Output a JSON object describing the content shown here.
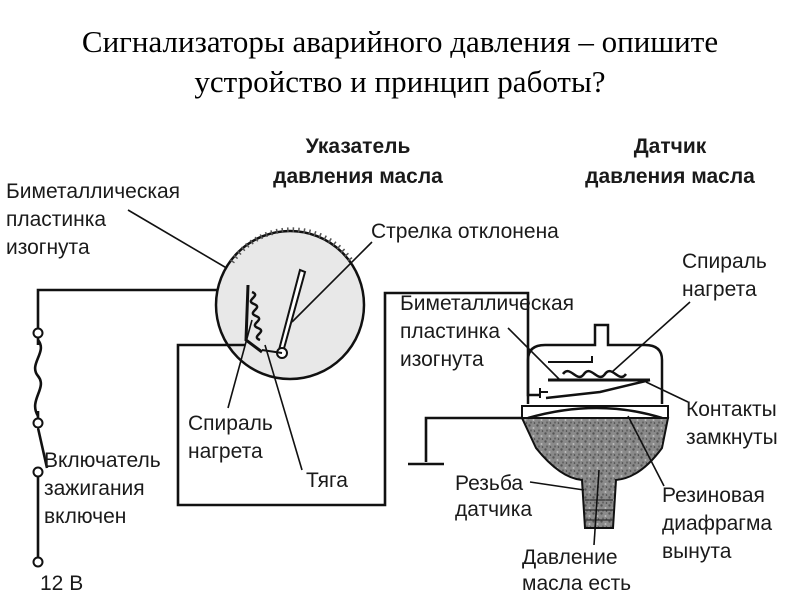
{
  "slide": {
    "title_line1": "Сигнализаторы аварийного давления – опишите",
    "title_line2": "устройство и принцип работы?"
  },
  "diagram": {
    "gauge_header_line1": "Указатель",
    "gauge_header_line2": "давления масла",
    "sensor_header_line1": "Датчик",
    "sensor_header_line2": "давления масла",
    "labels": {
      "bimetal_gauge_1": "Биметаллическая",
      "bimetal_gauge_2": "пластинка",
      "bimetal_gauge_3": "изогнута",
      "needle": "Стрелка отклонена",
      "spiral_gauge_1": "Спираль",
      "spiral_gauge_2": "нагрета",
      "rod": "Тяга",
      "switch_1": "Включатель",
      "switch_2": "зажигания",
      "switch_3": "включен",
      "voltage": "12 В",
      "spiral_sensor_1": "Спираль",
      "spiral_sensor_2": "нагрета",
      "bimetal_sensor_1": "Биметаллическая",
      "bimetal_sensor_2": "пластинка",
      "bimetal_sensor_3": "изогнута",
      "contacts_1": "Контакты",
      "contacts_2": "замкнуты",
      "thread_1": "Резьба",
      "thread_2": "датчика",
      "diaphragm_1": "Резиновая",
      "diaphragm_2": "диафрагма",
      "diaphragm_3": "вынута",
      "pressure_1": "Давление",
      "pressure_2": "масла есть"
    }
  }
}
